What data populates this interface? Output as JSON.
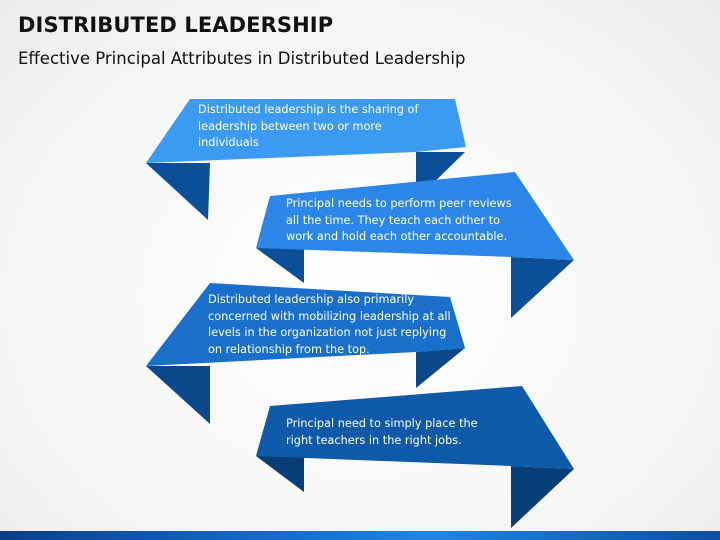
{
  "slide": {
    "title": "DISTRIBUTED LEADERSHIP",
    "subtitle": "Effective Principal Attributes in Distributed Leadership"
  },
  "ribbons": [
    {
      "text": "Distributed leadership is the sharing of leadership between two or more individuals",
      "color": "#3c9af2",
      "fold_color": "#0b4f99"
    },
    {
      "text": "Principal needs to perform peer reviews all the time. They teach each other to work and hold each other accountable.",
      "color": "#2c86e8",
      "fold_color": "#0b4f99"
    },
    {
      "text": "Distributed leadership also primarily concerned with mobilizing leadership at all levels in the organization not just replying on relationship from the top.",
      "color": "#1a6fcb",
      "fold_color": "#0a4889"
    },
    {
      "text": "Principal need to simply place the right teachers in the right jobs.",
      "color": "#0f5aa8",
      "fold_color": "#083e78"
    }
  ],
  "colors": {
    "title_text": "#111111",
    "bottom_bar": "#1467c7"
  }
}
